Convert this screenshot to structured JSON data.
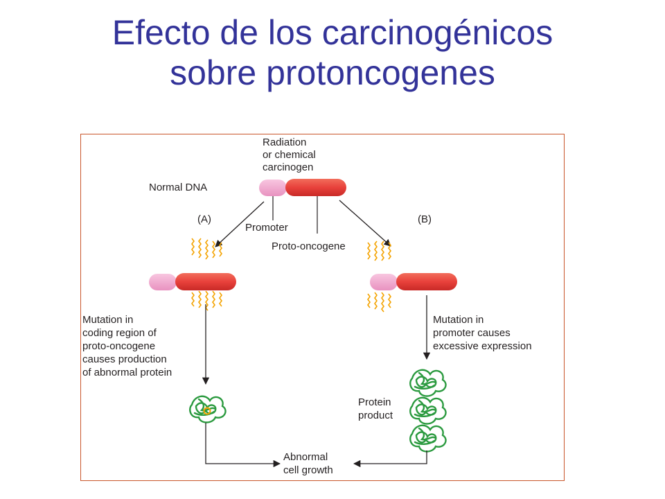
{
  "slide": {
    "title_line1": "Efecto de los carcinogénicos",
    "title_line2": "sobre protoncogenes"
  },
  "colors": {
    "title": "#333399",
    "frame_border": "#c8552a",
    "promoter": "#f2a9cf",
    "gene": "#e8413b",
    "radiation": "#f4a300",
    "protein": "#2b9a3f",
    "abnormal_mark": "#f4a300",
    "lines": "#231f20"
  },
  "diagram": {
    "carcinogen_label": [
      "Radiation",
      "or chemical",
      "carcinogen"
    ],
    "normal_dna_label": "Normal DNA",
    "path_a_label": "(A)",
    "path_b_label": "(B)",
    "promoter_label": "Promoter",
    "proto_oncogene_label": "Proto-oncogene",
    "mutation_a_label": [
      "Mutation in",
      "coding region of",
      "proto-oncogene",
      "causes production",
      "of abnormal protein"
    ],
    "mutation_b_label": [
      "Mutation in",
      "promoter causes",
      "excessive expression"
    ],
    "protein_product_label": [
      "Protein",
      "product"
    ],
    "outcome_label": [
      "Abnormal",
      "cell growth"
    ]
  }
}
